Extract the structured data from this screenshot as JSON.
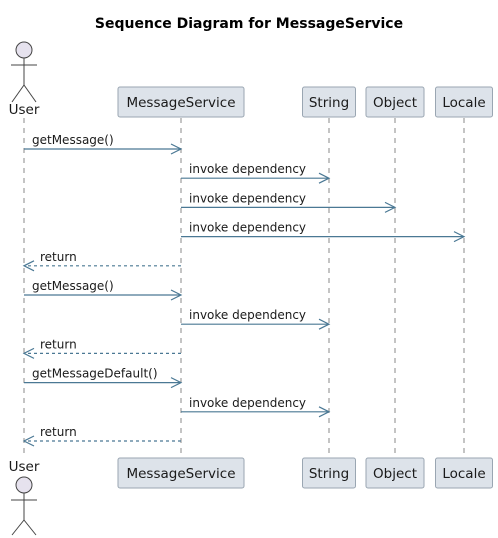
{
  "diagram": {
    "title": "Sequence Diagram for MessageService",
    "actor": {
      "label": "User"
    },
    "participants": [
      {
        "id": "messageservice",
        "label": "MessageService"
      },
      {
        "id": "string",
        "label": "String"
      },
      {
        "id": "object",
        "label": "Object"
      },
      {
        "id": "locale",
        "label": "Locale"
      }
    ],
    "messages": [
      {
        "from": "user",
        "to": "messageservice",
        "label": "getMessage()",
        "style": "sync"
      },
      {
        "from": "messageservice",
        "to": "string",
        "label": "invoke dependency",
        "style": "sync"
      },
      {
        "from": "messageservice",
        "to": "object",
        "label": "invoke dependency",
        "style": "sync"
      },
      {
        "from": "messageservice",
        "to": "locale",
        "label": "invoke dependency",
        "style": "sync"
      },
      {
        "from": "messageservice",
        "to": "user",
        "label": "return",
        "style": "return"
      },
      {
        "from": "user",
        "to": "messageservice",
        "label": "getMessage()",
        "style": "sync"
      },
      {
        "from": "messageservice",
        "to": "string",
        "label": "invoke dependency",
        "style": "sync"
      },
      {
        "from": "messageservice",
        "to": "user",
        "label": "return",
        "style": "return"
      },
      {
        "from": "user",
        "to": "messageservice",
        "label": "getMessageDefault()",
        "style": "sync"
      },
      {
        "from": "messageservice",
        "to": "string",
        "label": "invoke dependency",
        "style": "sync"
      },
      {
        "from": "messageservice",
        "to": "user",
        "label": "return",
        "style": "return"
      }
    ]
  },
  "colors": {
    "participant_fill": "#dde3ea",
    "arrow": "#4a7894",
    "actor_fill": "#e6e2ee"
  }
}
